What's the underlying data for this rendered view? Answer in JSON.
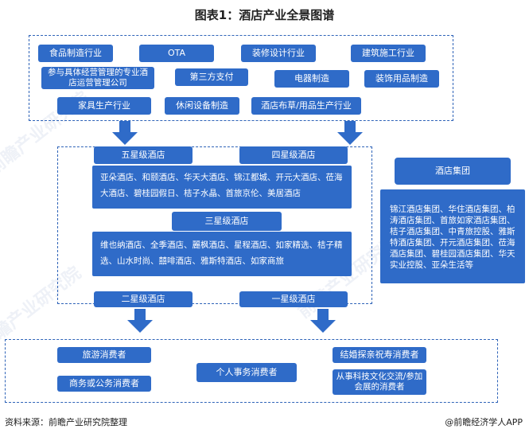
{
  "title": "图表1：酒店产业全景图谱",
  "upstream": {
    "items": [
      "食品制造行业",
      "OTA",
      "装修设计行业",
      "建筑施工行业",
      "参与具体经营管理的专业酒店运营管理公司",
      "第三方支付",
      "电器制造",
      "装饰用品制造",
      "家具生产行业",
      "休闲设备制造",
      "酒店布草/用品生产行业"
    ]
  },
  "midstream": {
    "five_star": {
      "label": "五星级酒店"
    },
    "four_star": {
      "label": "四星级酒店"
    },
    "upscale_brands": "亚朵酒店、和颐酒店、华天大酒店、锦江都城、开元大酒店、莅海大酒店、碧桂园假日、桔子水晶、首旅京伦、美居酒店",
    "three_star": {
      "label": "三星级酒店"
    },
    "mid_brands": "维也纳酒店、全季酒店、麗枫酒店、星程酒店、如家精选、桔子精选、山水时尚、囍啡酒店、雅斯特酒店、如家商旅",
    "two_star": {
      "label": "二星级酒店"
    },
    "one_star": {
      "label": "一星级酒店"
    }
  },
  "groups": {
    "label": "酒店集团",
    "text": "锦江酒店集团、华住酒店集团、柏涛酒店集团、首旅如家酒店集团、桔子酒店集团、中青旅控股、雅斯特酒店集团、开元酒店集团、莅海酒店集团、碧桂园酒店集团、华天实业控股、亚朵生活等"
  },
  "downstream": {
    "tourism": "旅游消费者",
    "business": "商务或公务消费者",
    "personal": "个人事务消费者",
    "wedding": "结婚探亲祝寿消费者",
    "tech": "从事科技文化交流/参加会展的消费者"
  },
  "footer": {
    "source": "资料来源：前瞻产业研究院整理",
    "brand": "@前瞻经济学人APP"
  },
  "colors": {
    "box": "#2f6bc8",
    "border": "#2e63b8",
    "arrow": "#2f6bc8"
  }
}
